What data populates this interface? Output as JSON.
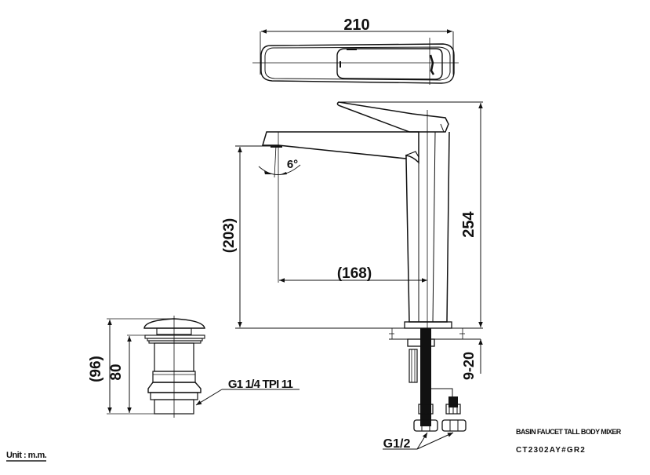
{
  "drawing": {
    "product_name": "BASIN FAUCET TALL BODY MIXER",
    "model_code": "CT2302AY#GR2",
    "unit_label": "Unit : m.m.",
    "line_color": "#111111",
    "background": "#ffffff"
  },
  "views": {
    "top_view": {
      "width_dimension": "210"
    },
    "side_view": {
      "spout_height_dimension": "(203)",
      "spout_reach_dimension": "(168)",
      "total_height_dimension": "254",
      "spout_angle": "6°",
      "deck_thickness_dimension": "9-20",
      "inlet_thread": "G1/2"
    },
    "pop_up_waste": {
      "overall_height_dimension": "(96)",
      "body_height_dimension": "80",
      "thread_spec": "G1 1/4 TPI 11"
    }
  }
}
